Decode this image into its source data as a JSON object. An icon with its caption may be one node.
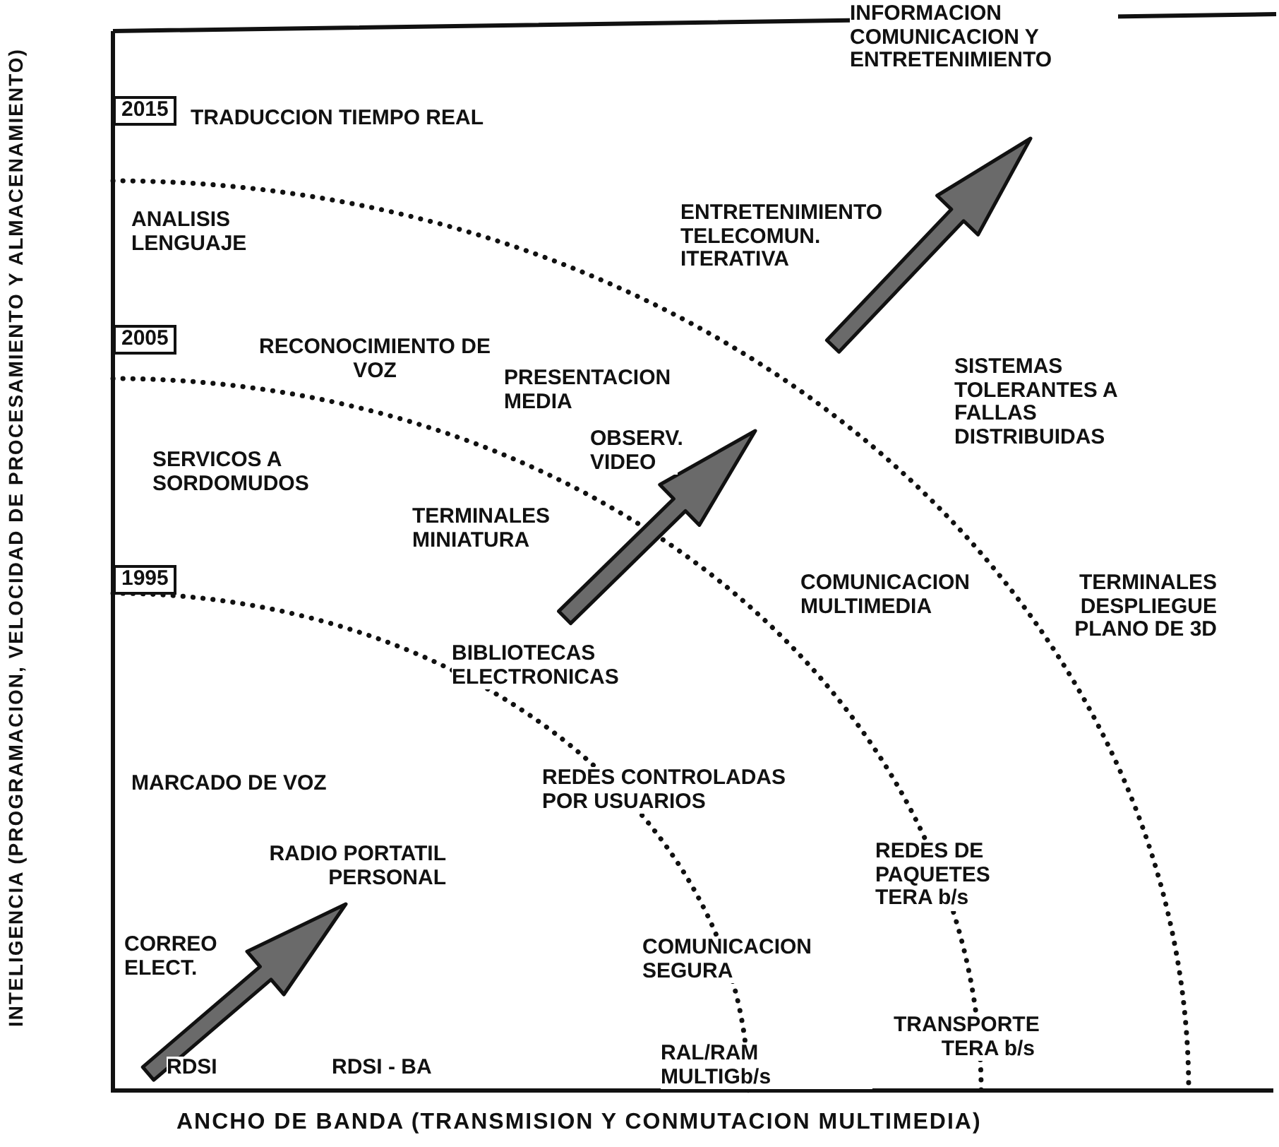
{
  "diagram": {
    "nodes": [
      {
        "text": [
          "2015"
        ]
      },
      {
        "text": [
          "2005"
        ]
      },
      {
        "text": [
          "1995"
        ]
      }
    ],
    "labels": [
      "INTELIGENCIA (PROGRAMACION, VELOCIDAD DE PROCESAMIENTO Y ALMACENAMIENTO)",
      "INFORMACION COMUNICACION Y ENTRETENIMIENTO",
      "TRADUCCION TIEMPO REAL",
      "ANALISIS LENGUAJE",
      "ENTRETENIMIENTO TELECOMUN. ITERATIVA",
      "RECONOCIMIENTO DE VOZ",
      "PRESENTACION MEDIA",
      "SISTEMAS TOLERANTES A FALLAS DISTRIBUIDAS",
      "OBSERV. VIDEO",
      "SERVICOS A SORDOMUDOS",
      "TERMINALES MINIATURA",
      "COMUNICACION MULTIMEDIA",
      "TERMINALES DESPLIEGUE PLANO DE 3D",
      "BIBLIOTECAS ELECTRONICAS",
      "MARCADO DE VOZ",
      "REDES CONTROLADAS POR USUARIOS",
      "RADIO PORTATIL PERSONAL",
      "REDES DE PAQUETES TERA b/s",
      "CORREO ELECT.",
      "COMUNICACION SEGURA",
      "TRANSPORTE TERA b/s",
      "RDSI",
      "RDSI - BA",
      "RAL/RAM MULTIGb/s",
      "ANCHO DE BANDA (TRANSMISION Y CONMUTACION MULTIMEDIA)"
    ]
  }
}
